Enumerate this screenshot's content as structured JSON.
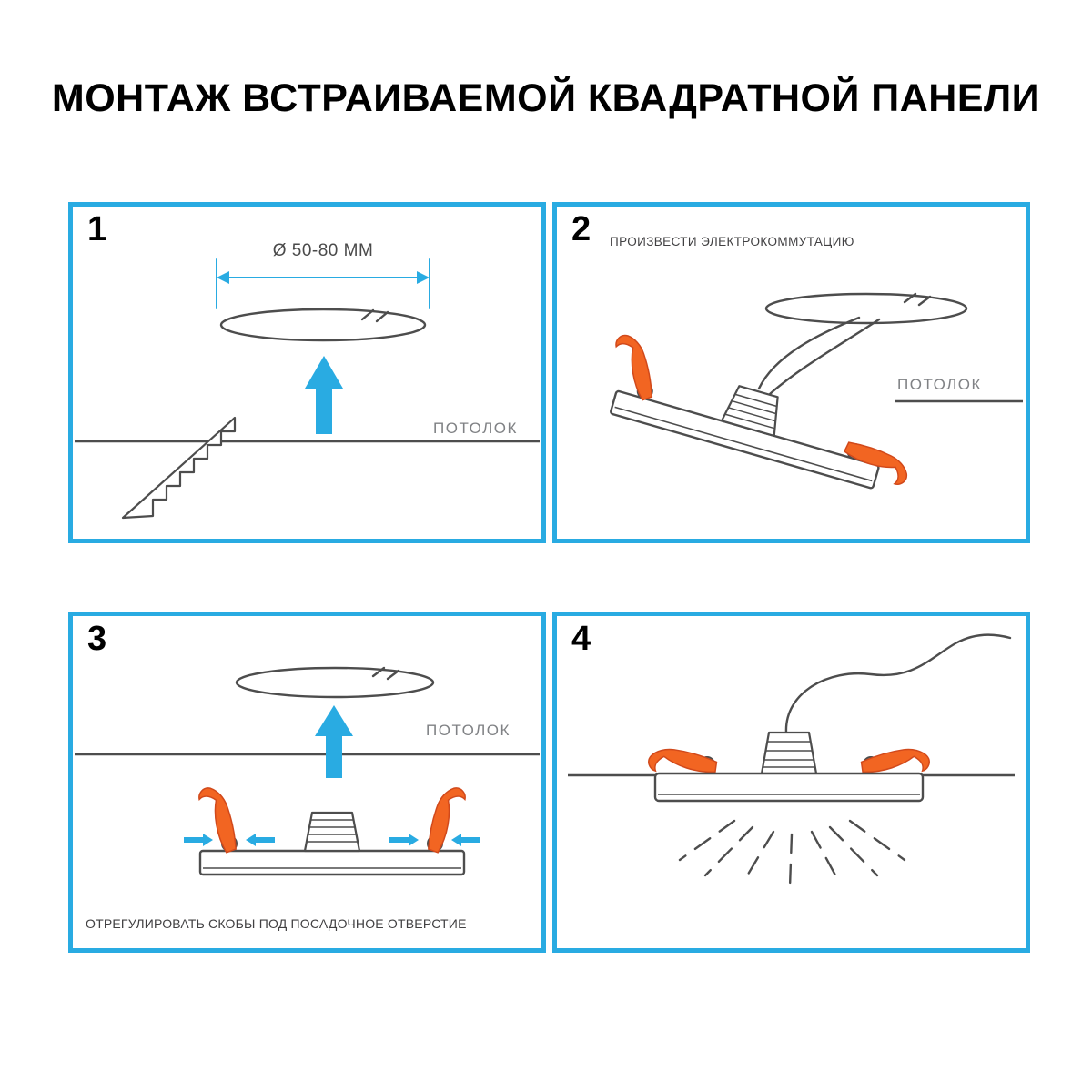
{
  "title": "МОНТАЖ ВСТРАИВАЕМОЙ КВАДРАТНОЙ ПАНЕЛИ",
  "colors": {
    "accent_blue": "#29ABE2",
    "clip_orange": "#F26522",
    "line_gray": "#4D4D4D",
    "label_gray": "#808285"
  },
  "panels": {
    "step1": {
      "number": "1",
      "dimension_label": "Ø 50-80 ММ",
      "ceiling_label": "ПОТОЛОК"
    },
    "step2": {
      "number": "2",
      "caption": "ПРОИЗВЕСТИ ЭЛЕКТРОКОММУТАЦИЮ",
      "ceiling_label": "ПОТОЛОК"
    },
    "step3": {
      "number": "3",
      "ceiling_label": "ПОТОЛОК",
      "caption": "ОТРЕГУЛИРОВАТЬ СКОБЫ ПОД ПОСАДОЧНОЕ ОТВЕРСТИЕ"
    },
    "step4": {
      "number": "4"
    }
  }
}
